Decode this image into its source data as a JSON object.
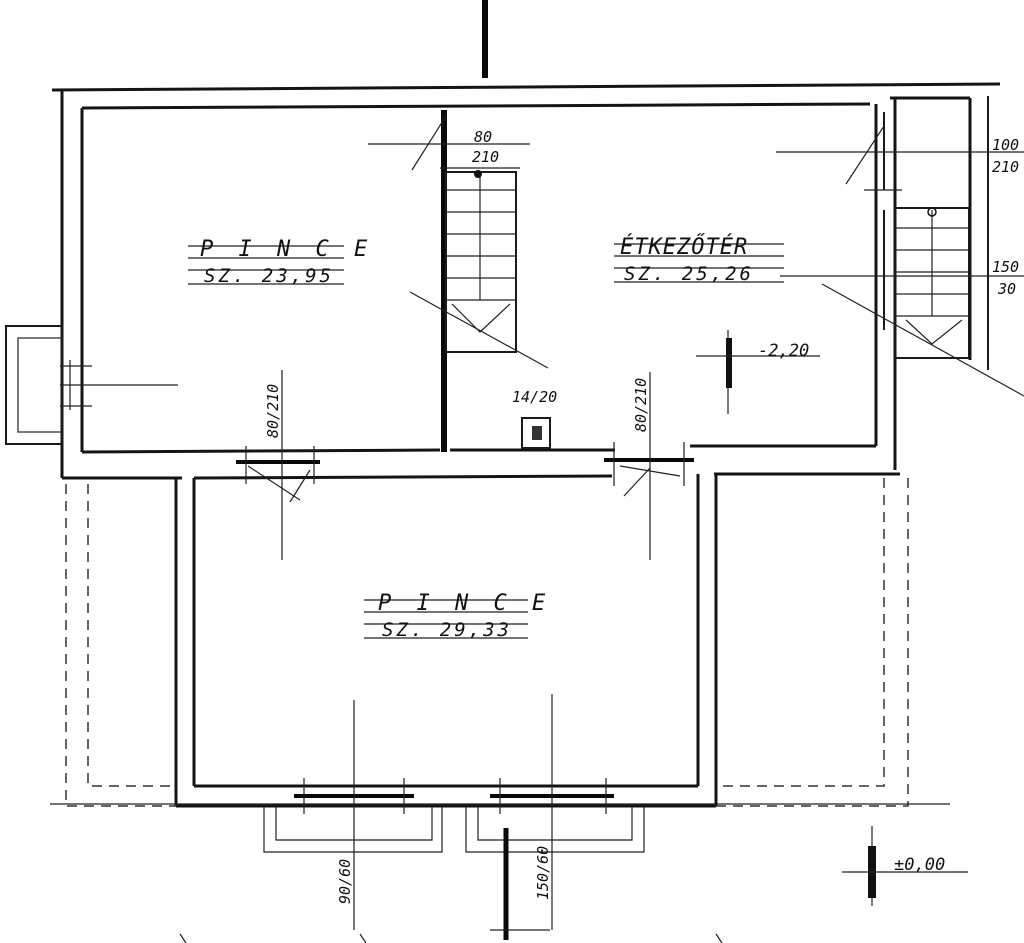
{
  "rooms": {
    "left": {
      "name": "P I N C E",
      "area": "SZ. 23,95"
    },
    "right": {
      "name": "ÉTKEZŐTÉR",
      "area": "SZ. 25,26"
    },
    "bottom": {
      "name": "P I N C E",
      "area": "SZ. 29,33"
    }
  },
  "dimensions": {
    "door_top_top": "80",
    "door_top_bottom": "210",
    "right_top_top": "100",
    "right_top_bottom": "210",
    "right_mid_top": "150",
    "right_mid_bottom": "30",
    "chimney": "14/20",
    "door_left": "80/210",
    "door_right": "80/210",
    "window_bottom_left": "90/60",
    "window_bottom_right": "150/60"
  },
  "levels": {
    "upper": "-2,20",
    "ground": "±0,00"
  }
}
